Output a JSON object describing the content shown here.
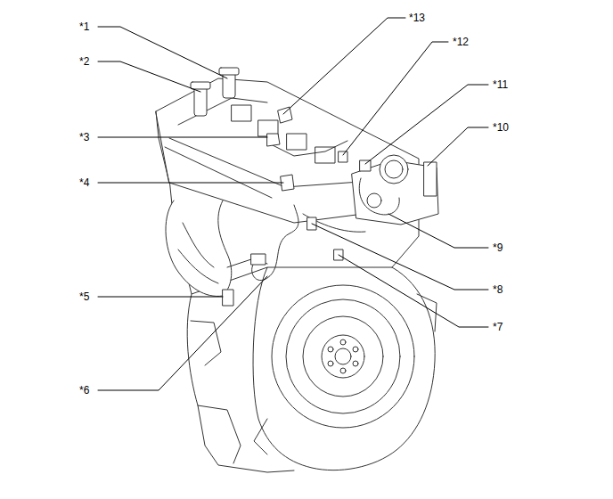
{
  "diagram": {
    "labels": [
      "*1",
      "*2",
      "*3",
      "*4",
      "*5",
      "*6",
      "*7",
      "*8",
      "*9",
      "*10",
      "*11",
      "*12",
      "*13"
    ]
  }
}
